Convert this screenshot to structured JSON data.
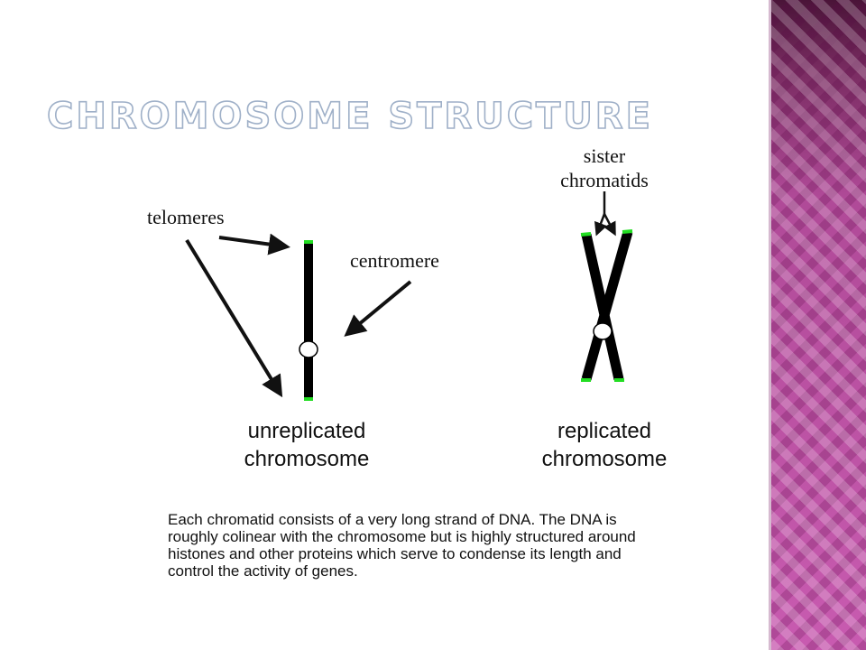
{
  "slide": {
    "title": "Chromosome Structure",
    "labels": {
      "telomeres": "telomeres",
      "centromere": "centromere",
      "sister_line1": "sister",
      "sister_line2": "chromatids",
      "unreplicated_line1": "unreplicated",
      "unreplicated_line2": "chromosome",
      "replicated_line1": "replicated",
      "replicated_line2": "chromosome"
    },
    "caption_lines": [
      "Each chromatid consists of a very long strand of DNA.  The DNA is",
      "roughly colinear with the chromosome but is highly structured around",
      "histones and other proteins which serve to condense its length and",
      "control the activity of genes."
    ]
  },
  "colors": {
    "title_outline": "#9fb0c8",
    "title_fill": "#ffffff",
    "chromosome": "#000000",
    "telomere": "#22dd22",
    "centromere_fill": "#ffffff",
    "side_strip": "#c04ea4"
  }
}
